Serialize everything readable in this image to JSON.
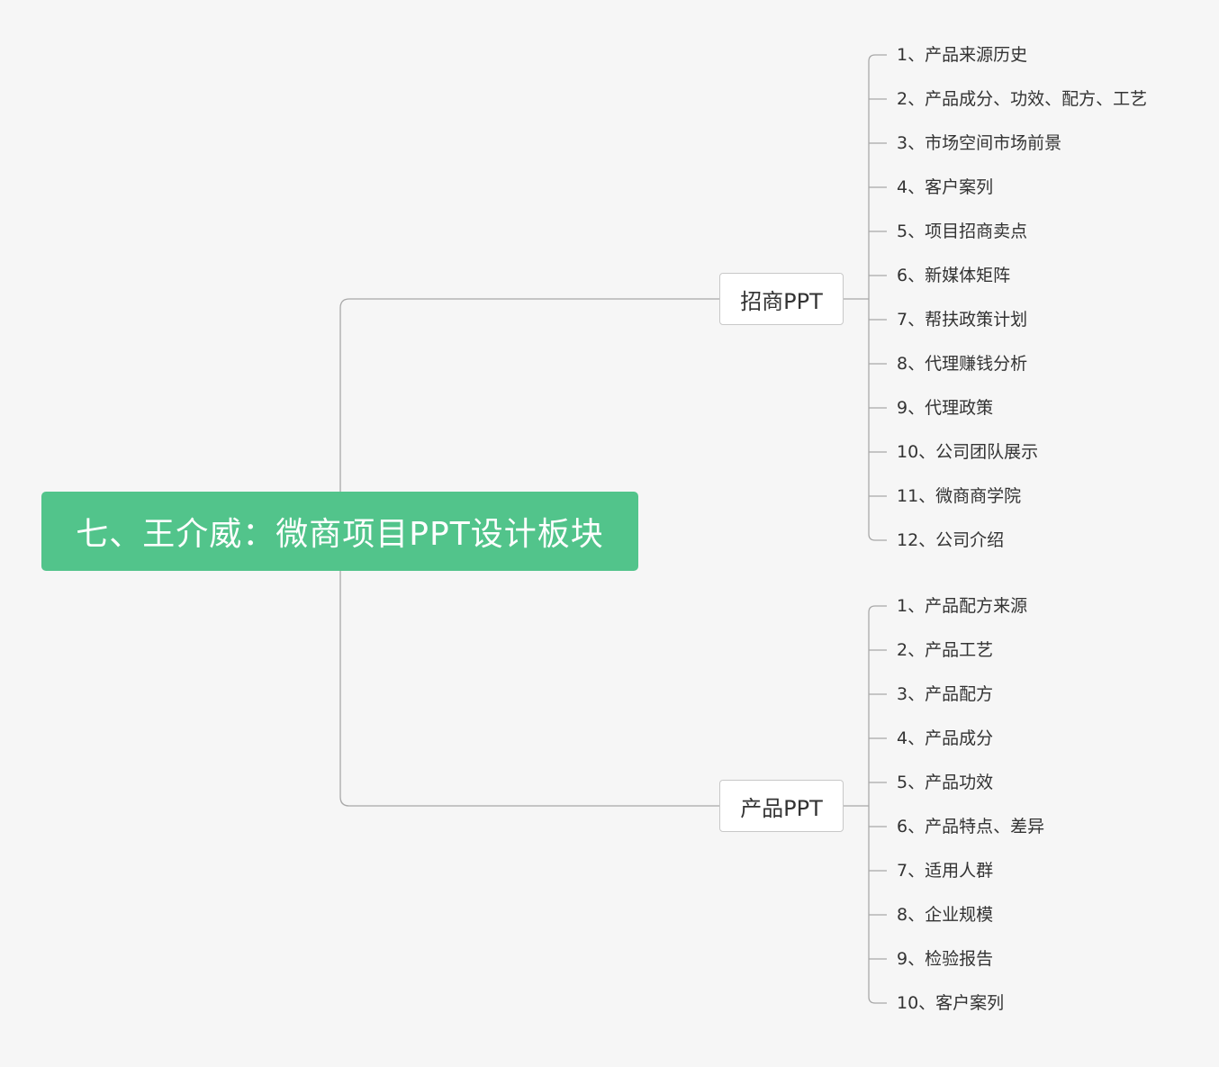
{
  "root": {
    "label": "七、王介威：微商项目PPT设计板块"
  },
  "branches": [
    {
      "label": "招商PPT",
      "items": [
        "1、产品来源历史",
        "2、产品成分、功效、配方、工艺",
        "3、市场空间市场前景",
        "4、客户案列",
        "5、项目招商卖点",
        "6、新媒体矩阵",
        "7、帮扶政策计划",
        "8、代理赚钱分析",
        "9、代理政策",
        "10、公司团队展示",
        "11、微商商学院",
        "12、公司介绍"
      ]
    },
    {
      "label": "产品PPT",
      "items": [
        "1、产品配方来源",
        "2、产品工艺",
        "3、产品配方",
        "4、产品成分",
        "5、产品功效",
        "6、产品特点、差异",
        "7、适用人群",
        "8、企业规模",
        "9、检验报告",
        "10、客户案列"
      ]
    }
  ],
  "colors": {
    "root_fill": "#52c48b",
    "line": "#a8a8a8",
    "text": "#333333",
    "background": "#f6f6f6"
  }
}
